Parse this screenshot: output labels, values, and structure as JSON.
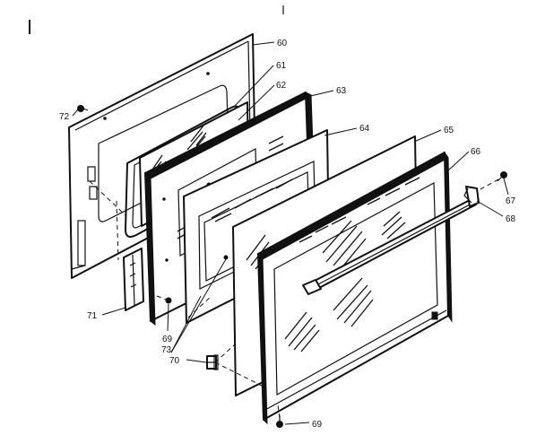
{
  "diagram": {
    "part_labels": [
      "60",
      "61",
      "62",
      "63",
      "64",
      "65",
      "66",
      "67",
      "68",
      "69",
      "70",
      "71",
      "72",
      "73",
      "69"
    ]
  }
}
